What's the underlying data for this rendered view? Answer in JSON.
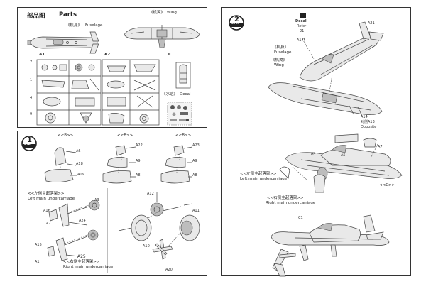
{
  "parts_panel": {
    "title_cn": "部品图",
    "title_en": "Parts",
    "fuselage_cn": "《机身》",
    "fuselage_en": "Fuselage",
    "wing_cn": "《机翼》",
    "wing_en": "Wing",
    "sprue_a": "A1",
    "sprue_a2": "A2",
    "sprue_c": "C",
    "decal_cn": "《水贴》",
    "decal_en": "Decal"
  },
  "step1": {
    "number": "1",
    "step_word": "STEP",
    "group1": "<<B>>",
    "group2": "<<B>>",
    "group3": "<<B>>",
    "labels": [
      "A6",
      "A18",
      "A19",
      "A22",
      "A9",
      "A8",
      "A23",
      "A9",
      "A8",
      "A12",
      "A11",
      "A10",
      "A20",
      "A3",
      "A24",
      "A16",
      "A2",
      "A15",
      "A25",
      "A1"
    ],
    "left_cn": "<<左侧主起落架>>",
    "left_en": "Left main undercarriage",
    "right_cn": "<<右侧主起落架>>",
    "right_en": "Right main undercarriage"
  },
  "step2": {
    "number": "2",
    "step_word": "STEP",
    "decal_word": "Decal",
    "decal_note": "Refer",
    "decal_num": "21",
    "a17": "A17",
    "a21": "A21",
    "fuselage_cn": "《机身》",
    "fuselage_en": "Fuselage",
    "wing_cn": "《机翼》",
    "wing_en": "Wing",
    "a14": "A14",
    "a14_note_cn": "对侧A13",
    "a14_note_en": "Opposite",
    "a4": "A4",
    "a5": "A5",
    "a7": "A7",
    "group_c": "<<C>>",
    "left_cn": "<<左侧主起落架>>",
    "left_en": "Left main undercarriage",
    "right_cn": "<<右侧主起落架>>",
    "right_en": "Right main undercarriage",
    "c1": "C1"
  }
}
